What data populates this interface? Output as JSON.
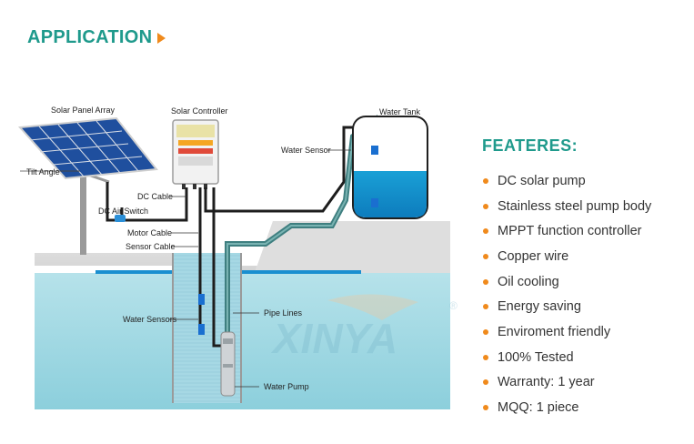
{
  "header": {
    "title": "APPLICATION"
  },
  "diagram": {
    "labels": {
      "solar_panel_array": "Solar Panel Array",
      "solar_controller": "Solar Controller",
      "water_tank": "Water Tank",
      "water_sensor": "Water Sensor",
      "tilt_angle": "Tilt Angle",
      "dc_cable": "DC Cable",
      "dc_air_switch": "DC Air Switch",
      "motor_cable": "Motor Cable",
      "sensor_cable": "Sensor Cable",
      "water_sensors": "Water Sensors",
      "pipe_lines": "Pipe Lines",
      "water_pump": "Water Pump"
    },
    "watermark": "XINYA",
    "watermark_mark": "®"
  },
  "features": {
    "title": "FEATERES:",
    "items": [
      "DC solar pump",
      "Stainless steel pump body",
      "MPPT function controller",
      "Copper wire",
      "Oil cooling",
      "Energy saving",
      "Enviroment friendly",
      "100% Tested",
      "Warranty: 1 year",
      "MQQ: 1 piece"
    ]
  },
  "colors": {
    "accent": "#1f9a8c",
    "bullet": "#f08a1c",
    "water": "#9ad4e0",
    "pipe": "#3f7f80"
  }
}
